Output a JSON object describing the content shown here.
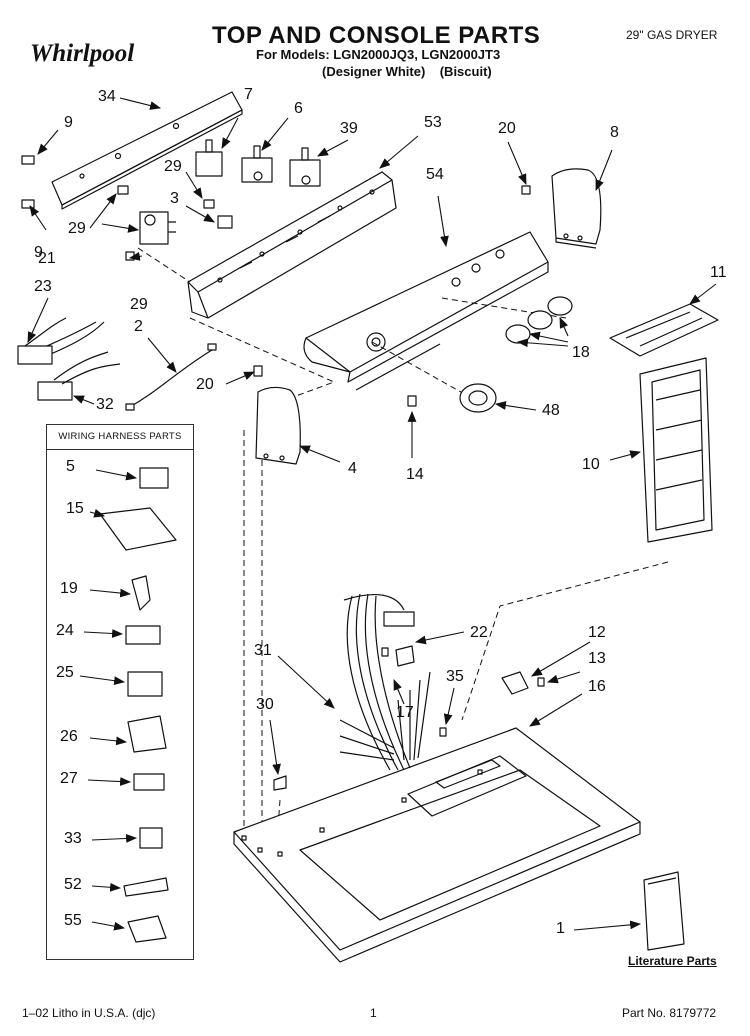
{
  "header": {
    "brand": "Whirlpool",
    "title": "TOP AND CONSOLE PARTS",
    "models_line": "For Models: LGN2000JQ3, LGN2000JT3",
    "colors_line": "(Designer White)    (Biscuit)",
    "product": "29\" GAS DRYER"
  },
  "wiring_box": {
    "title": "WIRING HARNESS PARTS",
    "items": [
      "5",
      "15",
      "19",
      "24",
      "25",
      "26",
      "27",
      "33",
      "52",
      "55"
    ]
  },
  "callouts": {
    "c34": "34",
    "c9a": "9",
    "c9b": "9",
    "c29a": "29",
    "c29b": "29",
    "c29c": "29",
    "c7": "7",
    "c6": "6",
    "c39": "39",
    "c53": "53",
    "c20a": "20",
    "c20b": "20",
    "c8": "8",
    "c3": "3",
    "c21": "21",
    "c54": "54",
    "c11": "11",
    "c23": "23",
    "c2": "2",
    "c32": "32",
    "c18": "18",
    "c48": "48",
    "c4": "4",
    "c14": "14",
    "c10": "10",
    "c22": "22",
    "c31": "31",
    "c12": "12",
    "c13": "13",
    "c35": "35",
    "c16": "16",
    "c17": "17",
    "c30": "30",
    "c1": "1"
  },
  "literature": "Literature Parts",
  "footer": {
    "left": "1–02 Litho in U.S.A. (djc)",
    "center": "1",
    "right": "Part No. 8179772"
  }
}
